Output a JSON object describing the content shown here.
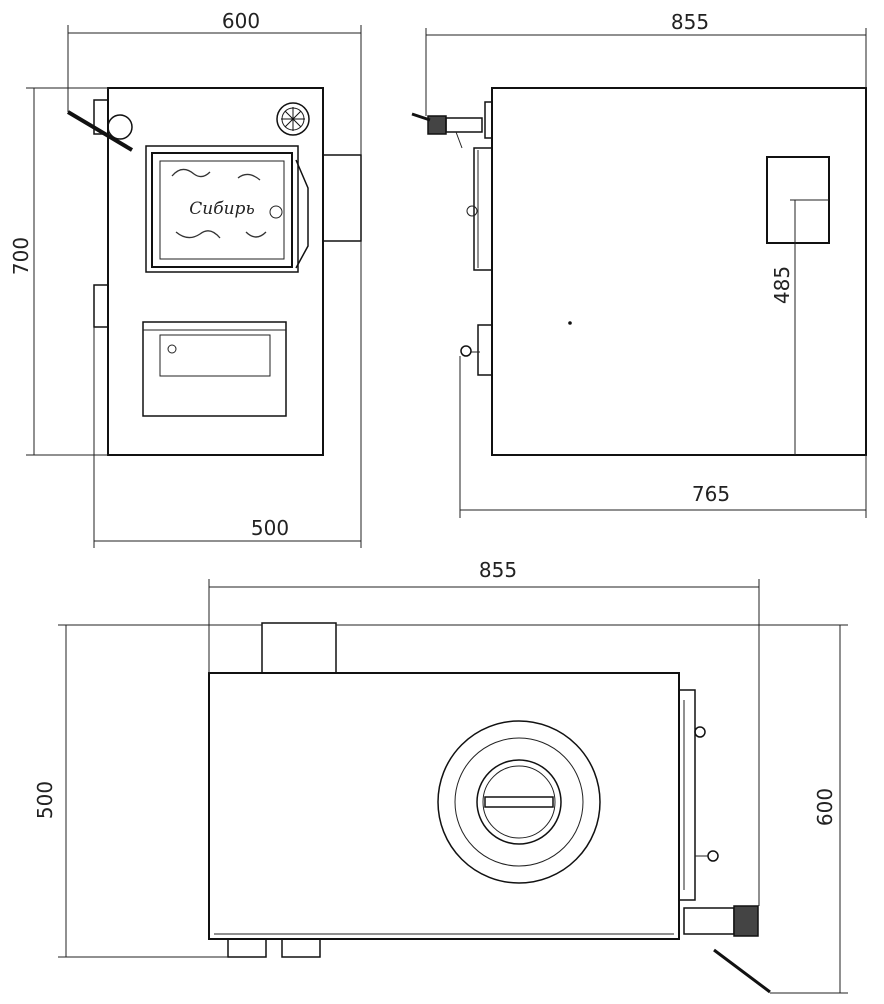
{
  "front_view": {
    "width_top": "600",
    "height": "700",
    "width_bottom": "500",
    "door_logo": "Сибирь"
  },
  "side_view": {
    "depth_top": "855",
    "window_height": "485",
    "depth_bottom": "765"
  },
  "top_view": {
    "depth": "855",
    "width_left": "500",
    "width_right": "600"
  }
}
